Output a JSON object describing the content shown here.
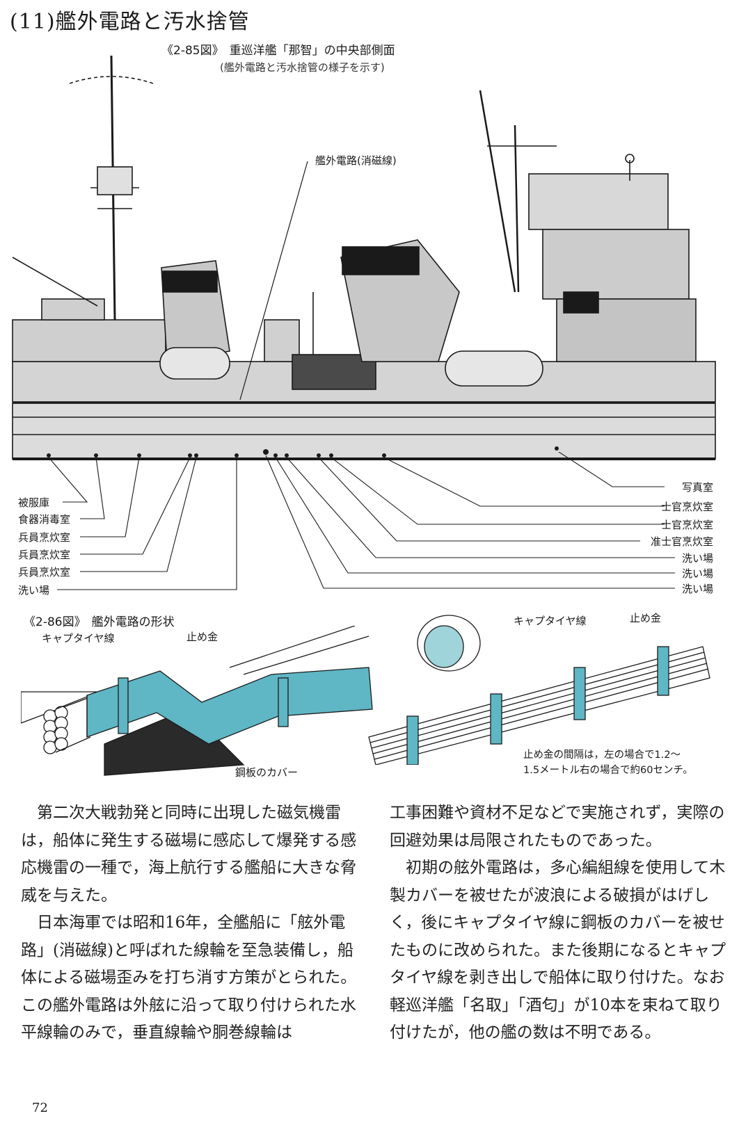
{
  "section": {
    "number": "(11)",
    "title": "艦外電路と汚水捨管"
  },
  "figure_1": {
    "number": "《2-85図》",
    "caption": "重巡洋艦「那智」の中央部側面",
    "subcaption": "(艦外電路と汚水捨管の様子を示す)",
    "top_label": "艦外電路(消磁線)",
    "left_labels": [
      "被服庫",
      "食器消毒室",
      "兵員烹炊室",
      "兵員烹炊室",
      "兵員烹炊室",
      "洗い場"
    ],
    "right_labels": [
      "写真室",
      "士官烹炊室",
      "士官烹炊室",
      "准士官烹炊室",
      "洗い場",
      "洗い場",
      "洗い場"
    ]
  },
  "figure_2": {
    "number": "《2-86図》",
    "caption": "艦外電路の形状",
    "left_labels": {
      "cable": "キャプタイヤ線",
      "clamp": "止め金",
      "cover": "鋼板のカバー"
    },
    "right_labels": {
      "cable": "キャプタイヤ線",
      "clamp": "止め金"
    },
    "note": [
      "止め金の間隔は，左の場合で1.2〜",
      "1.5メートル右の場合で約60センチ。"
    ]
  },
  "body_left": [
    "第二次大戦勃発と同時に出現した磁気機雷は，船体に発生する磁場に感応して爆発する感応機雷の一種で，海上航行する艦船に大きな脅威を与えた。",
    "日本海軍では昭和16年，全艦船に「舷外電路」(消磁線)と呼ばれた線輪を至急装備し，船体による磁場歪みを打ち消す方策がとられた。この艦外電路は外舷に沿って取り付けられた水平線輪のみで，垂直線輪や胴巻線輪は"
  ],
  "body_right": [
    "工事困難や資材不足などで実施されず，実際の回避効果は局限されたものであった。",
    "初期の舷外電路は，多心編組線を使用して木製カバーを被せたが波浪による破損がはげしく，後にキャプタイヤ線に鋼板のカバーを被せたものに改められた。また後期になるとキャプタイヤ線を剥き出しで船体に取り付けた。なお軽巡洋艦「名取」「酒匂」が10本を束ねて取り付けたが，他の艦の数は不明である。"
  ],
  "page_number": "72",
  "colors": {
    "cover": "#5fb6c4",
    "hull": "#d9d9d9",
    "ink": "#1a1a1a"
  }
}
